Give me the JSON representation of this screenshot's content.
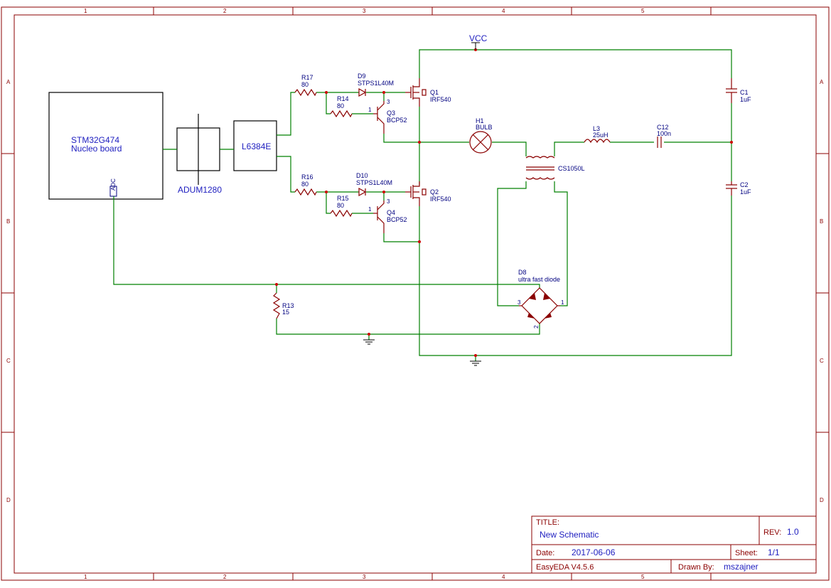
{
  "frame": {
    "columns": [
      "1",
      "2",
      "3",
      "4",
      "5"
    ],
    "rows": [
      "A",
      "B",
      "C",
      "D"
    ]
  },
  "blocks": {
    "mcu_line1": "STM32G474",
    "mcu_line2": "Nucleo board",
    "adc": "ADC",
    "isolator": "ADUM1280",
    "driver": "L6384E"
  },
  "power": {
    "vcc": "VCC"
  },
  "parts": {
    "r17": {
      "ref": "R17",
      "value": "80"
    },
    "r14": {
      "ref": "R14",
      "value": "80"
    },
    "r16": {
      "ref": "R16",
      "value": "80"
    },
    "r15": {
      "ref": "R15",
      "value": "80"
    },
    "r13": {
      "ref": "R13",
      "value": "15"
    },
    "d9": {
      "ref": "D9",
      "value": "STPS1L40M"
    },
    "d10": {
      "ref": "D10",
      "value": "STPS1L40M"
    },
    "q1": {
      "ref": "Q1",
      "value": "IRF540"
    },
    "q2": {
      "ref": "Q2",
      "value": "IRF540"
    },
    "q3": {
      "ref": "Q3",
      "value": "BCP52"
    },
    "q4": {
      "ref": "Q4",
      "value": "BCP52"
    },
    "h1": {
      "ref": "H1",
      "value": "BULB"
    },
    "l3": {
      "ref": "L3",
      "value": "25uH"
    },
    "c12": {
      "ref": "C12",
      "value": "100n"
    },
    "c1": {
      "ref": "C1",
      "value": "1uF"
    },
    "c2": {
      "ref": "C2",
      "value": "1uF"
    },
    "t1": {
      "value": "CS1050L"
    },
    "d8": {
      "ref": "D8",
      "value": "ultra fast diode"
    }
  },
  "pins": {
    "p1": "1",
    "p2": "2",
    "p3": "3"
  },
  "title_block": {
    "title_label": "TITLE:",
    "title_value": "New Schematic",
    "rev_label": "REV:",
    "rev_value": "1.0",
    "date_label": "Date:",
    "date_value": "2017-06-06",
    "sheet_label": "Sheet:",
    "sheet_value": "1/1",
    "tool": "EasyEDA V4.5.6",
    "drawn_label": "Drawn By:",
    "drawn_value": "mszajner"
  }
}
